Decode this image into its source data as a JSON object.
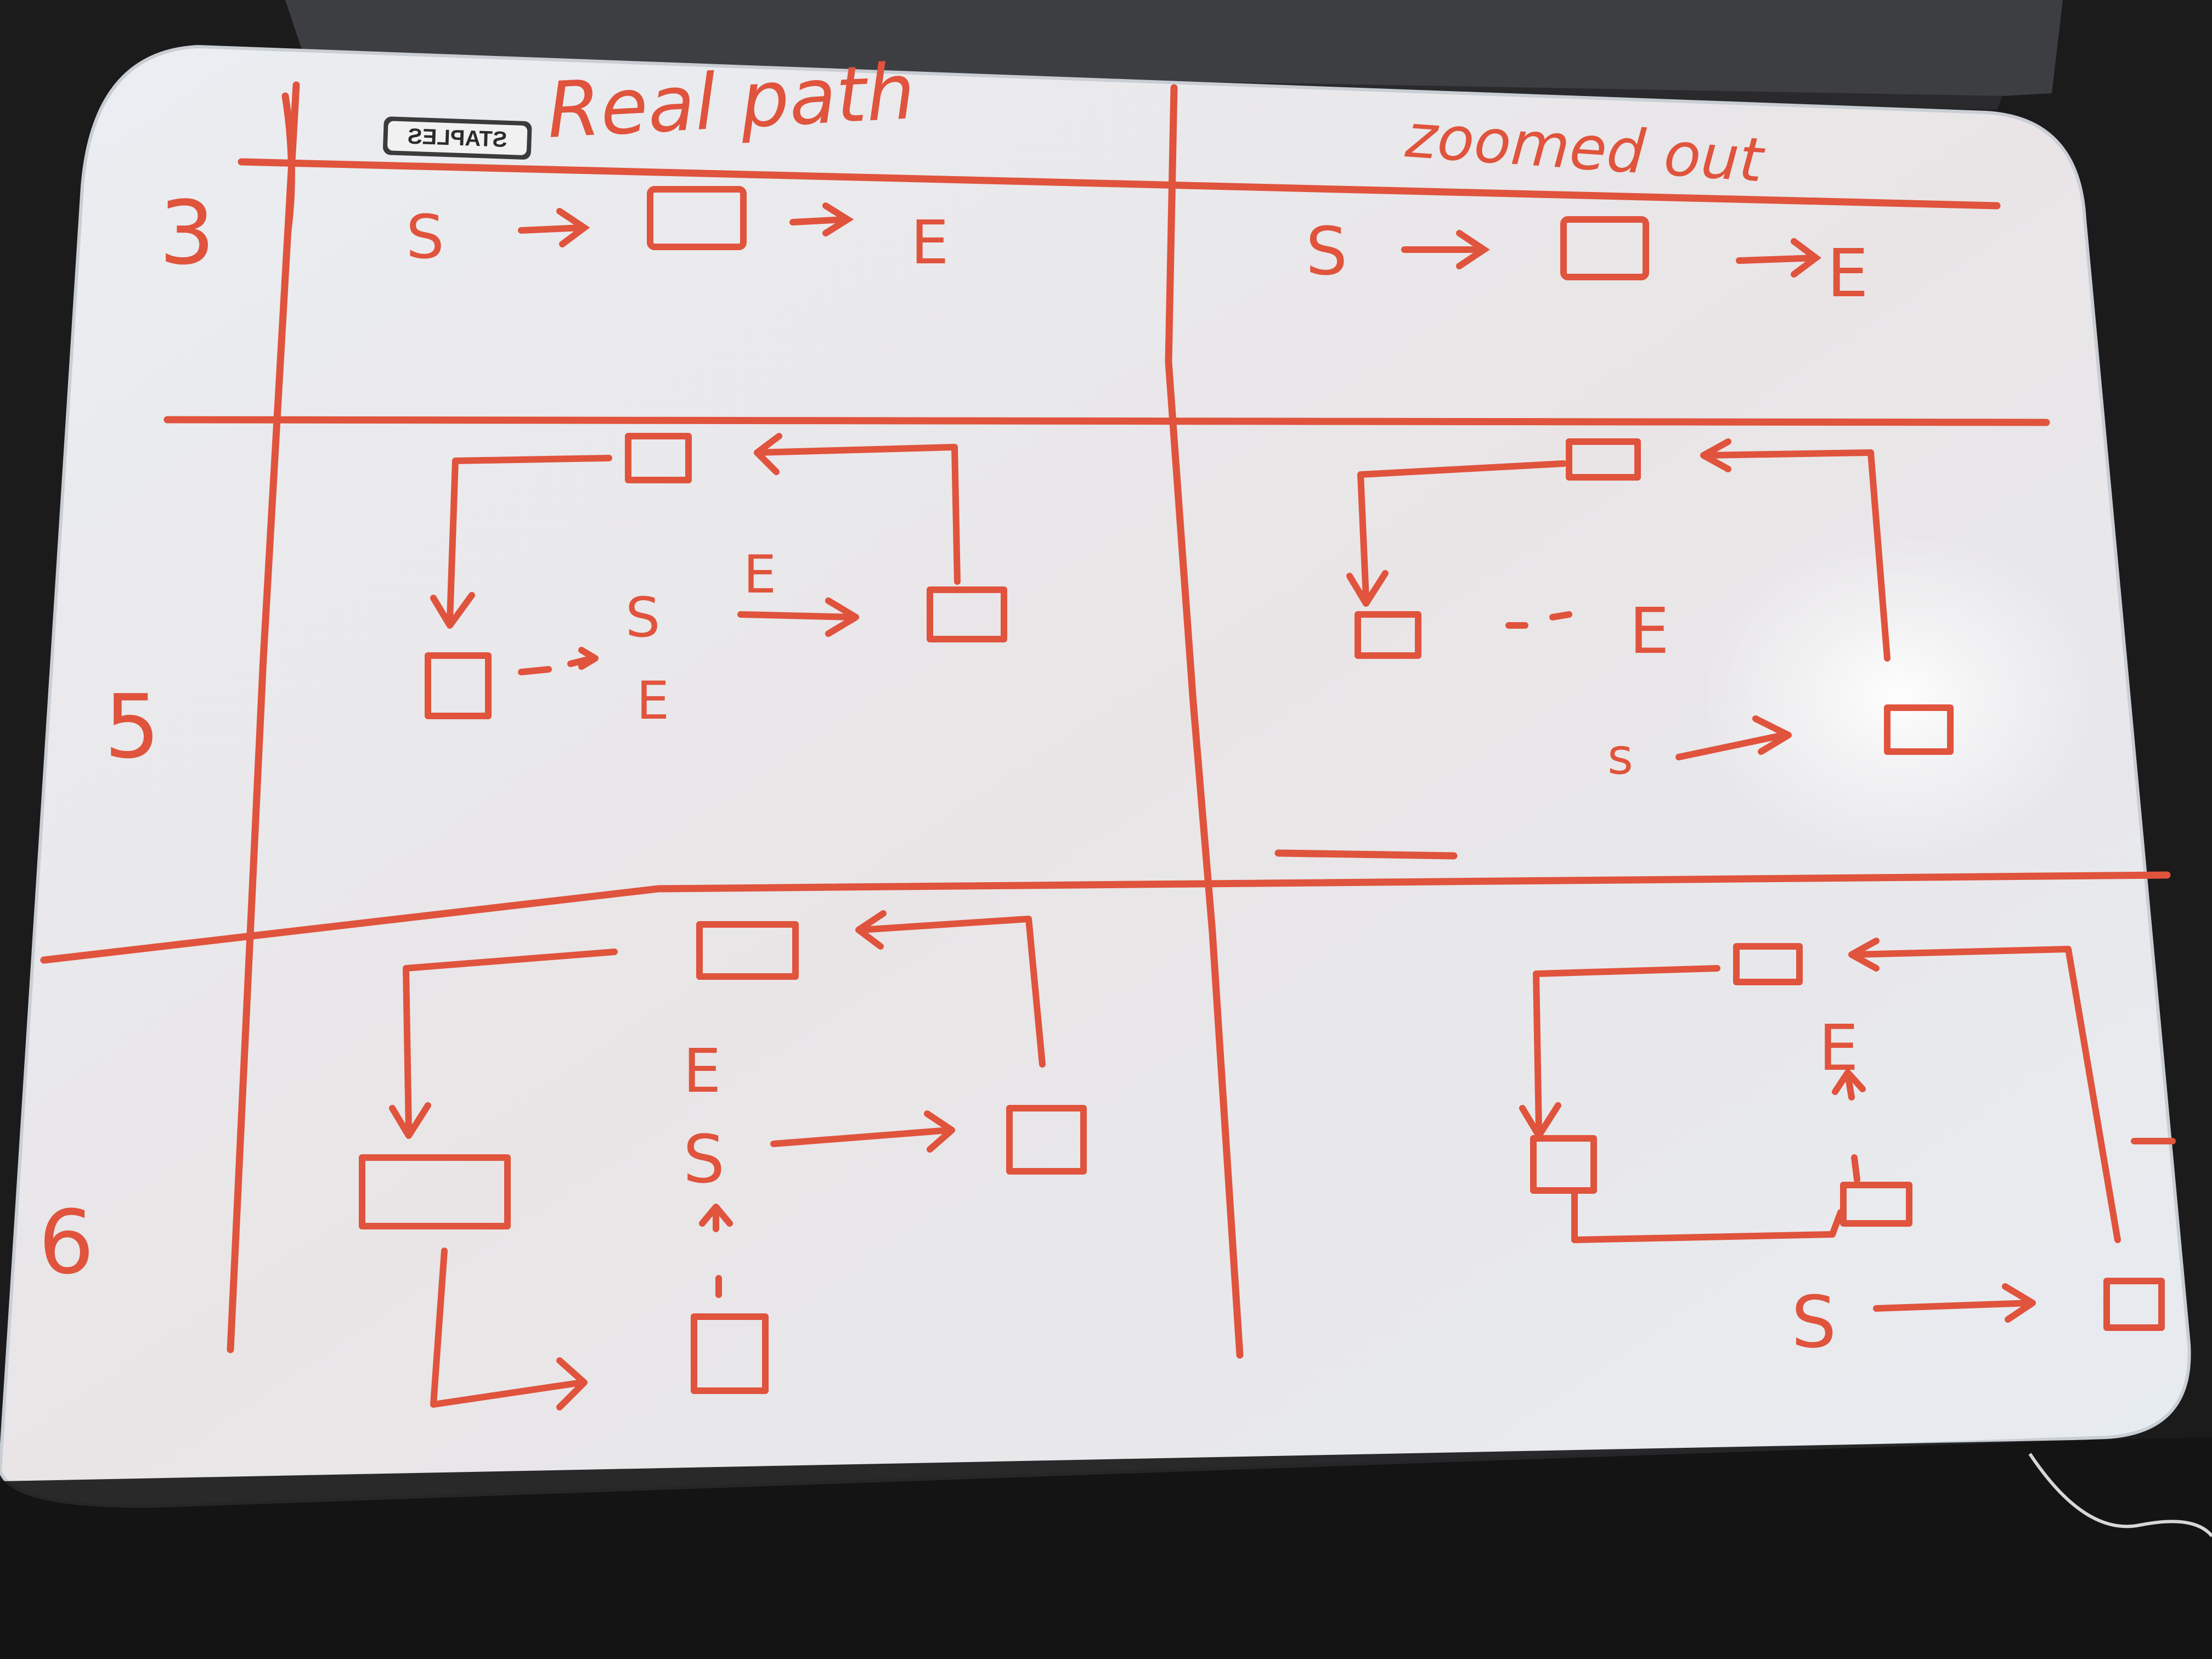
{
  "board": {
    "brand": "STAPLES",
    "ink_color": "#e0533c",
    "surface_color": "#eef1f4",
    "background_color": "#1b1b1c"
  },
  "columns": {
    "left_header": "Real path",
    "right_header": "zoomed out"
  },
  "rows": [
    {
      "label": "3"
    },
    {
      "label": "5"
    },
    {
      "label": "6"
    }
  ],
  "symbols": {
    "start": "S",
    "end": "E",
    "start_small": "s"
  },
  "icons": {
    "box": "room-box-icon",
    "arrow": "arrow-icon"
  }
}
